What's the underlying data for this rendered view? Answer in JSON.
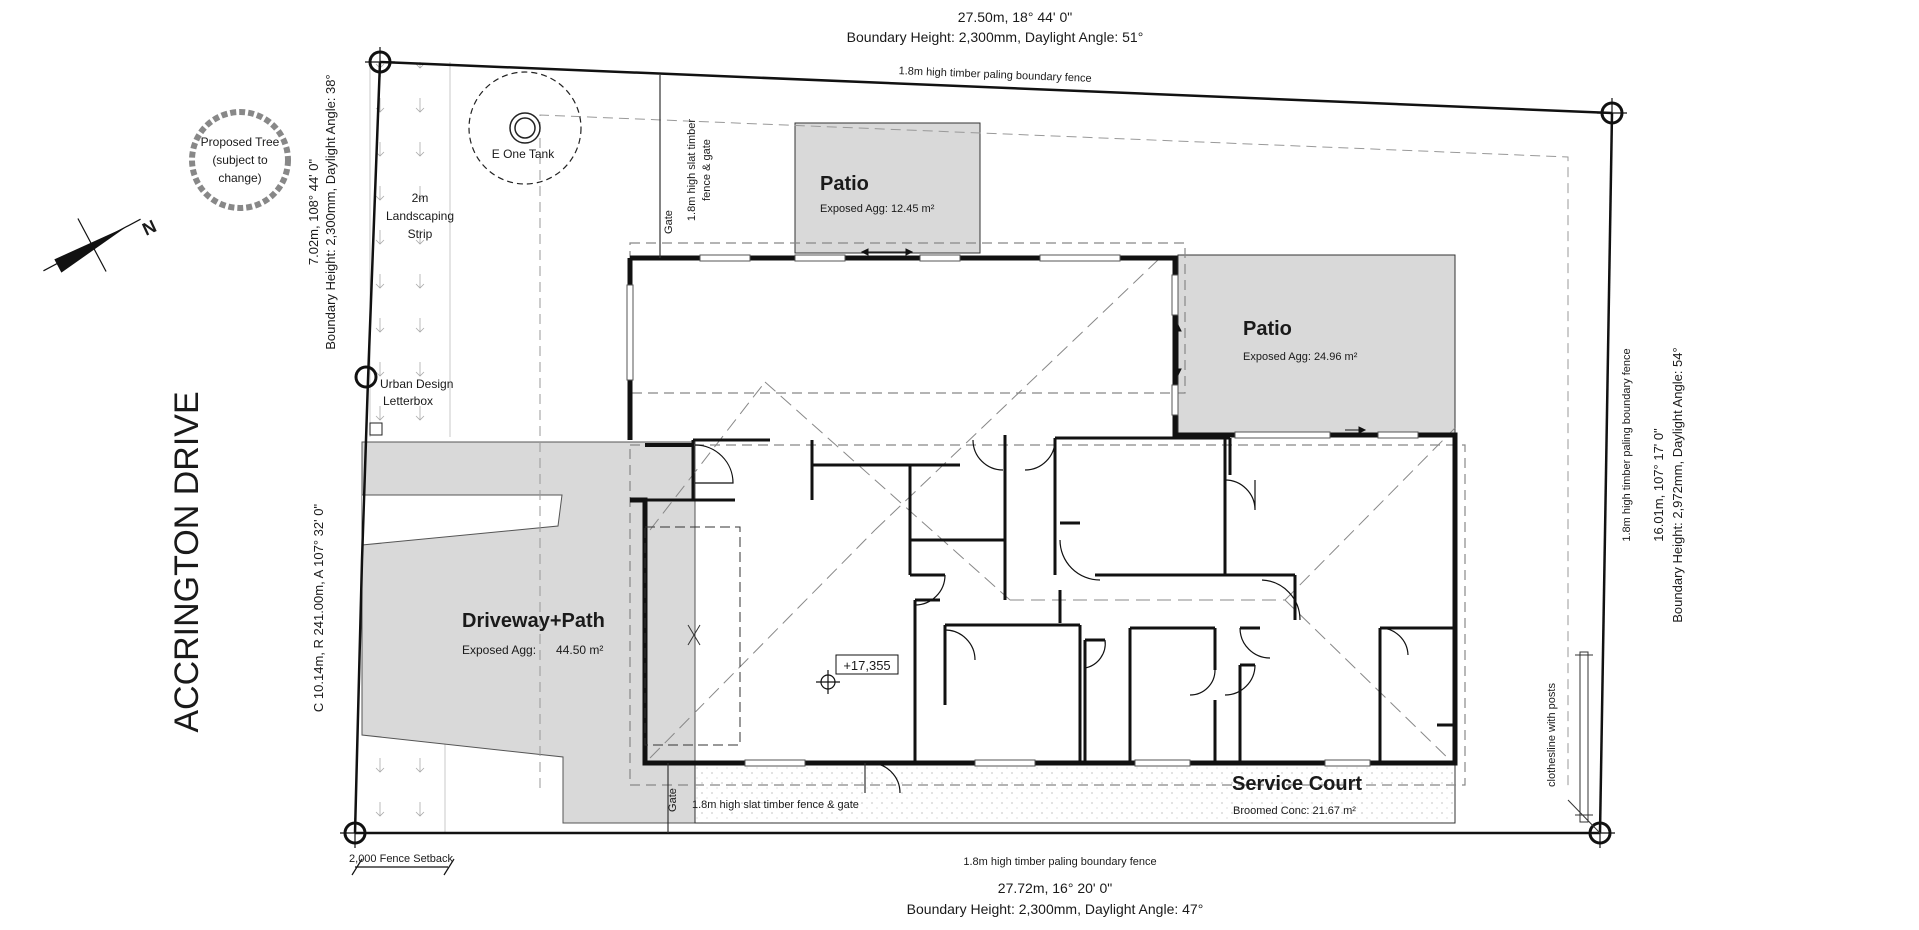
{
  "street": "ACCRINGTON DRIVE",
  "boundaries": {
    "top_dims": "27.50m, 18° 44' 0\"",
    "top_height": "Boundary Height: 2,300mm, Daylight Angle: 51°",
    "top_fence": "1.8m high timber paling boundary fence",
    "bottom_fence": "1.8m high timber paling boundary fence",
    "bottom_dims": "27.72m, 16° 20' 0\"",
    "bottom_height": "Boundary Height: 2,300mm, Daylight Angle: 47°",
    "left_top": "7.02m, 108° 44' 0\"",
    "left_top_height": "Boundary Height: 2,300mm, Daylight Angle: 38°",
    "left_curve": "C 10.14m, R 241.00m, A 107° 32' 0\"",
    "right_dims": "16.01m, 107° 17' 0\"",
    "right_height": "Boundary Height: 2,972mm, Daylight Angle: 54°",
    "right_fence": "1.8m high timber paling boundary fence"
  },
  "labels": {
    "tree": [
      "Proposed Tree",
      "(subject to",
      "change)"
    ],
    "tank": "E One Tank",
    "landscaping": [
      "2m",
      "Landscaping",
      "Strip"
    ],
    "letterbox": [
      "Urban Design",
      "Letterbox"
    ],
    "north": "N",
    "slat_fence_top": [
      "1.8m high slat timber",
      "fence & gate"
    ],
    "gate_top": "Gate",
    "gate_bottom": "Gate",
    "slat_fence_bottom": "1.8m high slat timber fence & gate",
    "setback": "2,000 Fence Setback",
    "clothesline": "clothesline with posts",
    "level": "+17,355"
  },
  "areas": {
    "patio1_title": "Patio",
    "patio1_sub": "Exposed Agg: 12.45 m²",
    "patio2_title": "Patio",
    "patio2_sub": "Exposed Agg: 24.96 m²",
    "driveway_title": "Driveway+Path",
    "driveway_sub": "Exposed Agg:      44.50 m²",
    "service_title": "Service Court",
    "service_sub": "Broomed Conc: 21.67 m²"
  }
}
